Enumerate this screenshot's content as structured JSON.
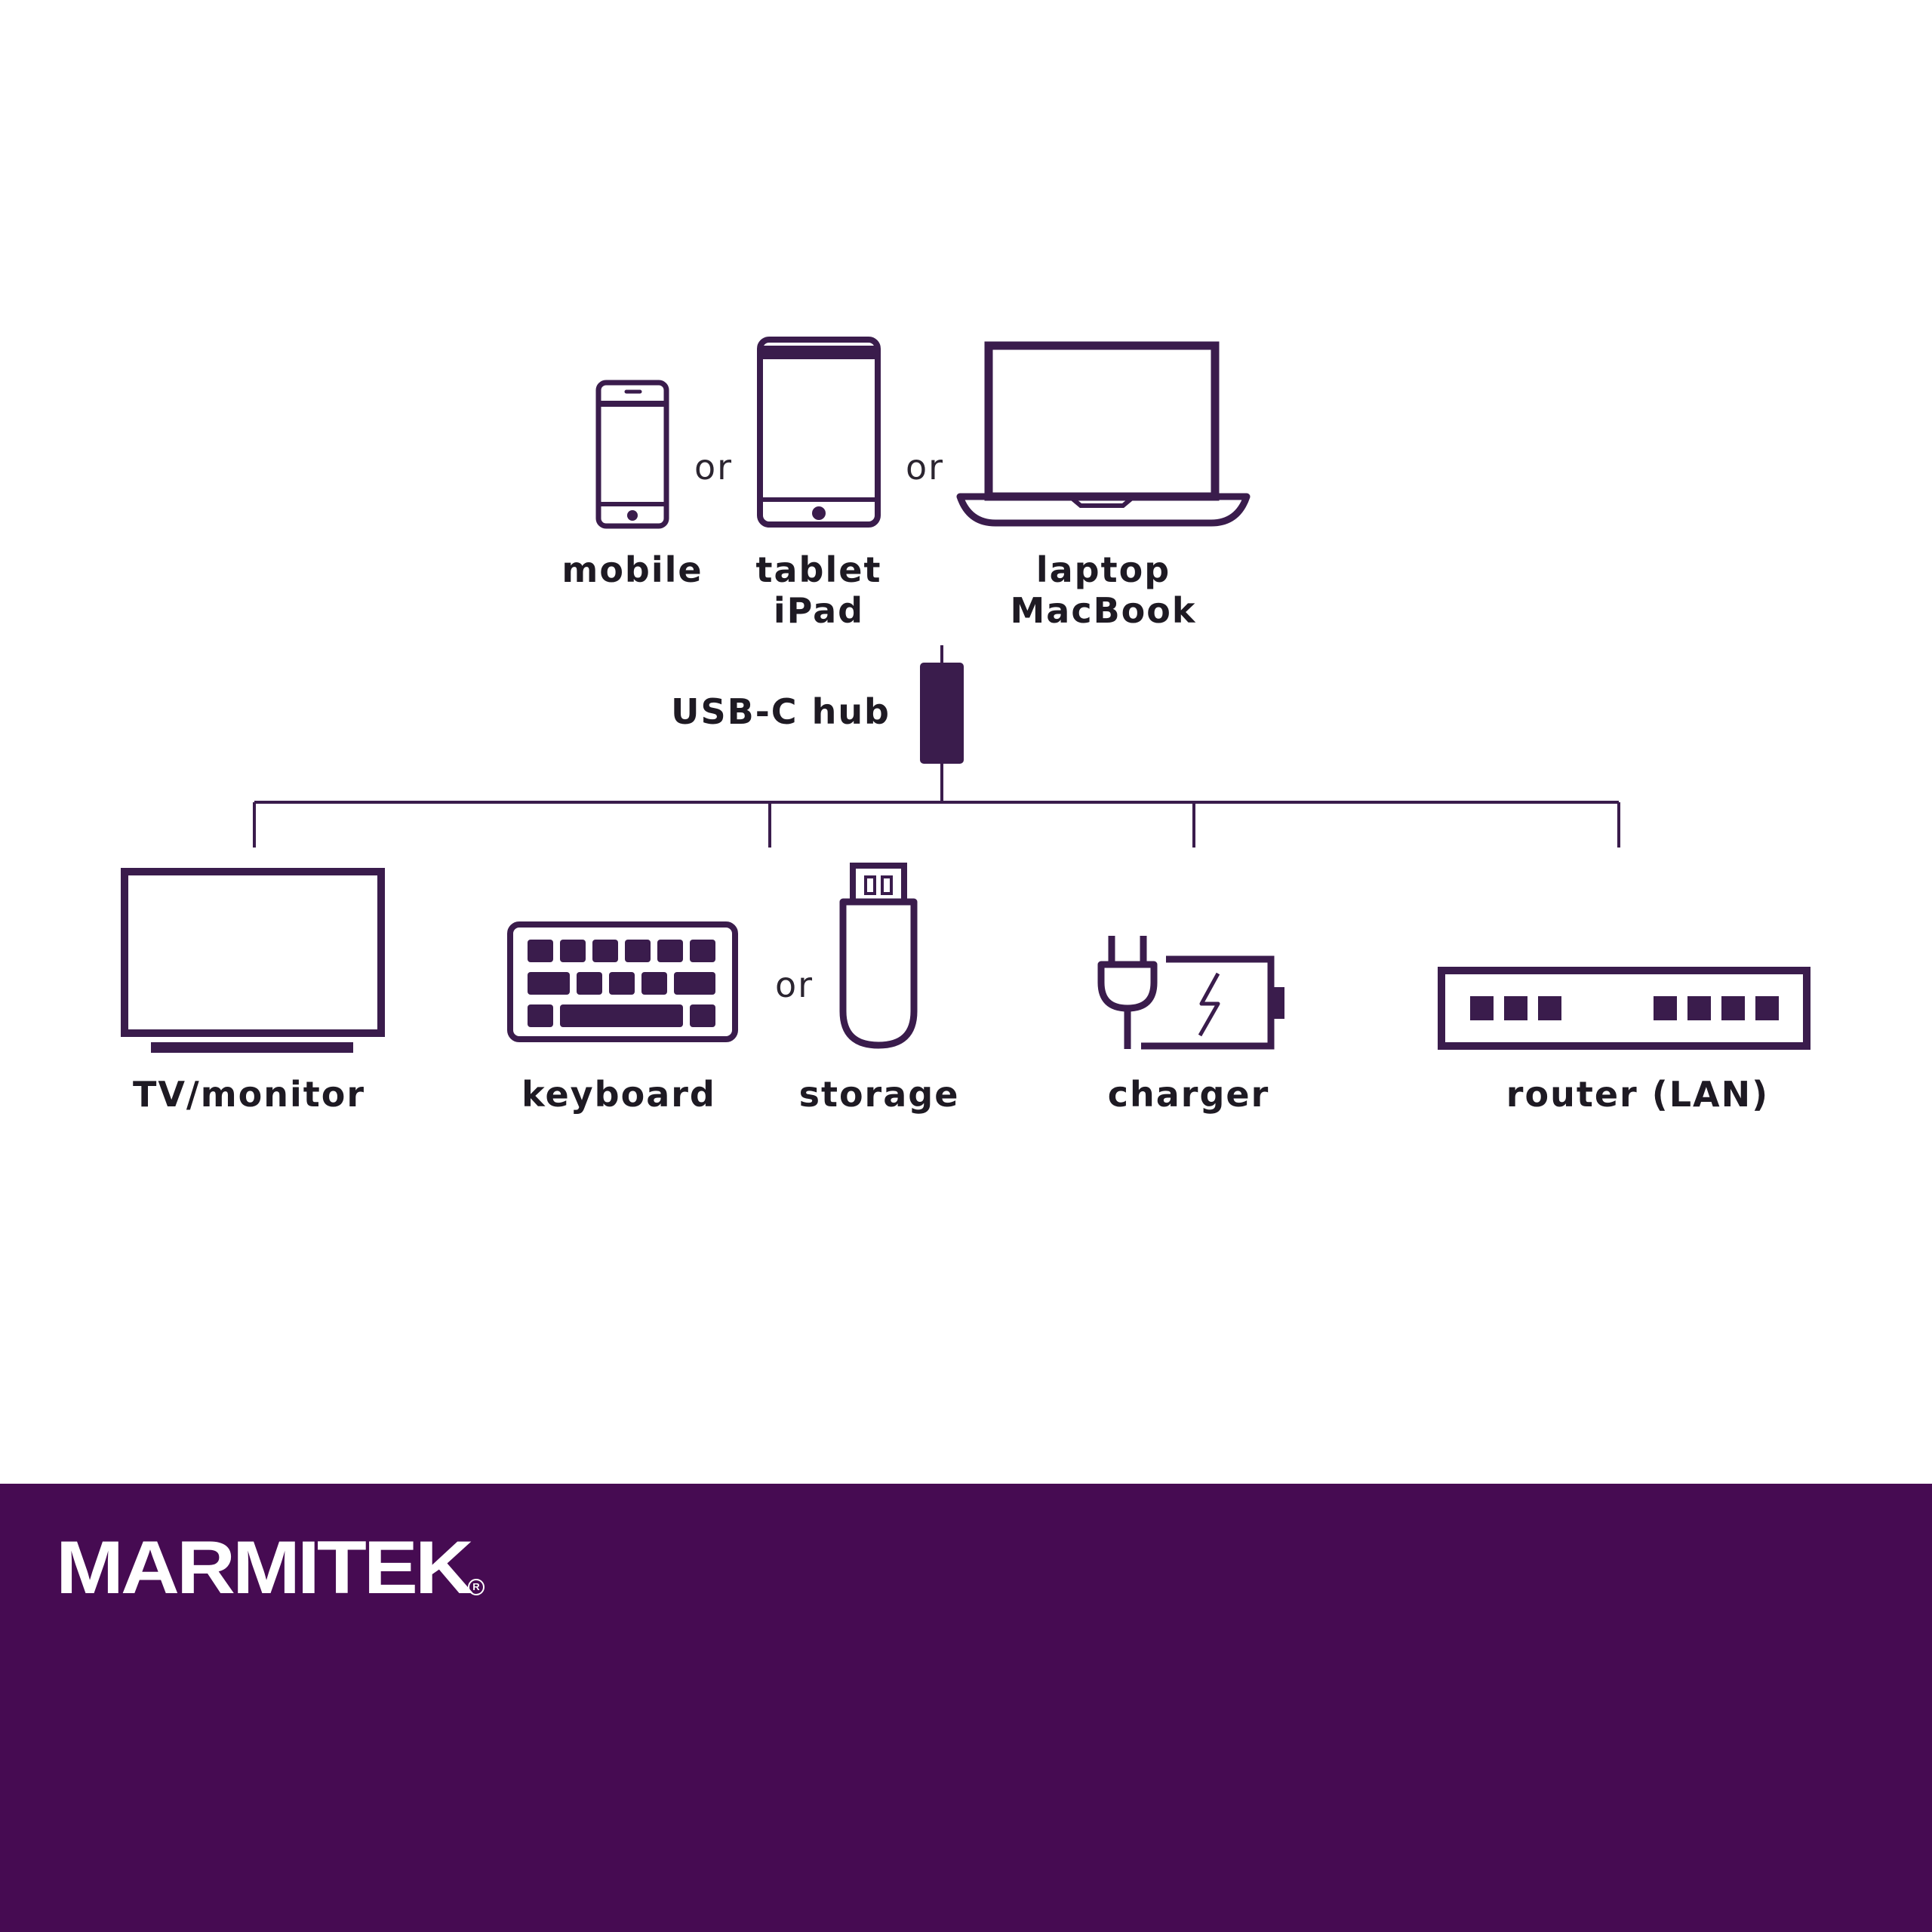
{
  "colors": {
    "ink": "#3a1c4c",
    "text": "#1e1a23",
    "footer": "#460b52",
    "white": "#ffffff"
  },
  "sources": {
    "mobile": {
      "label": "mobile",
      "icon": "smartphone-icon"
    },
    "tablet": {
      "line1": "tablet",
      "line2": "iPad",
      "icon": "tablet-icon"
    },
    "laptop": {
      "line1": "laptop",
      "line2": "MacBook",
      "icon": "laptop-icon"
    },
    "or": "or"
  },
  "hub": {
    "label": "USB-C hub",
    "icon": "usb-c-hub-icon"
  },
  "outputs": {
    "tv": {
      "label": "TV/monitor",
      "icon": "monitor-icon"
    },
    "keyboard": {
      "label": "keyboard",
      "icon": "keyboard-icon"
    },
    "storage": {
      "label": "storage",
      "icon": "usb-stick-icon"
    },
    "charger": {
      "label": "charger",
      "icon": "plug-battery-icon"
    },
    "router": {
      "label": "router (LAN)",
      "icon": "router-icon"
    },
    "or": "or"
  },
  "footer": {
    "brand": "MARMITEK",
    "registered": "R"
  }
}
